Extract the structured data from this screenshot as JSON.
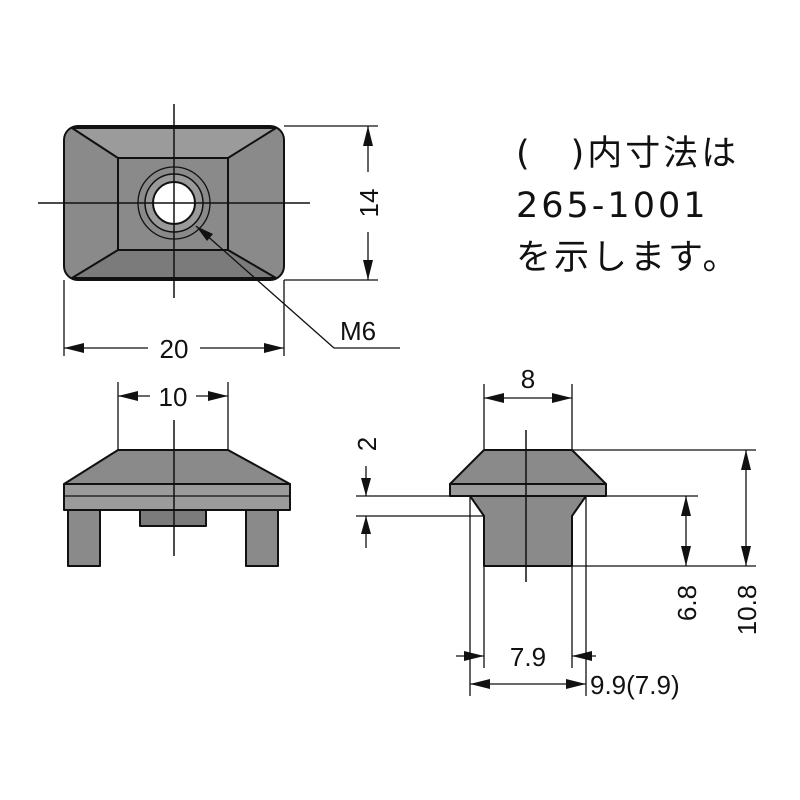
{
  "note": {
    "lines": [
      "(　)内寸法は",
      "265-1001",
      "を示します。"
    ]
  },
  "dimensions": {
    "top_width": "20",
    "top_height": "14",
    "thread": "M6",
    "front_width": "10",
    "side_width": "8",
    "flange_thickness": "2",
    "body_height": "6.8",
    "total_height": "10.8",
    "body_width": "7.9",
    "overall_width": "9.9(7.9)"
  },
  "colors": {
    "part_fill": "#8a8a8a",
    "line": "#111111",
    "background": "#ffffff"
  }
}
